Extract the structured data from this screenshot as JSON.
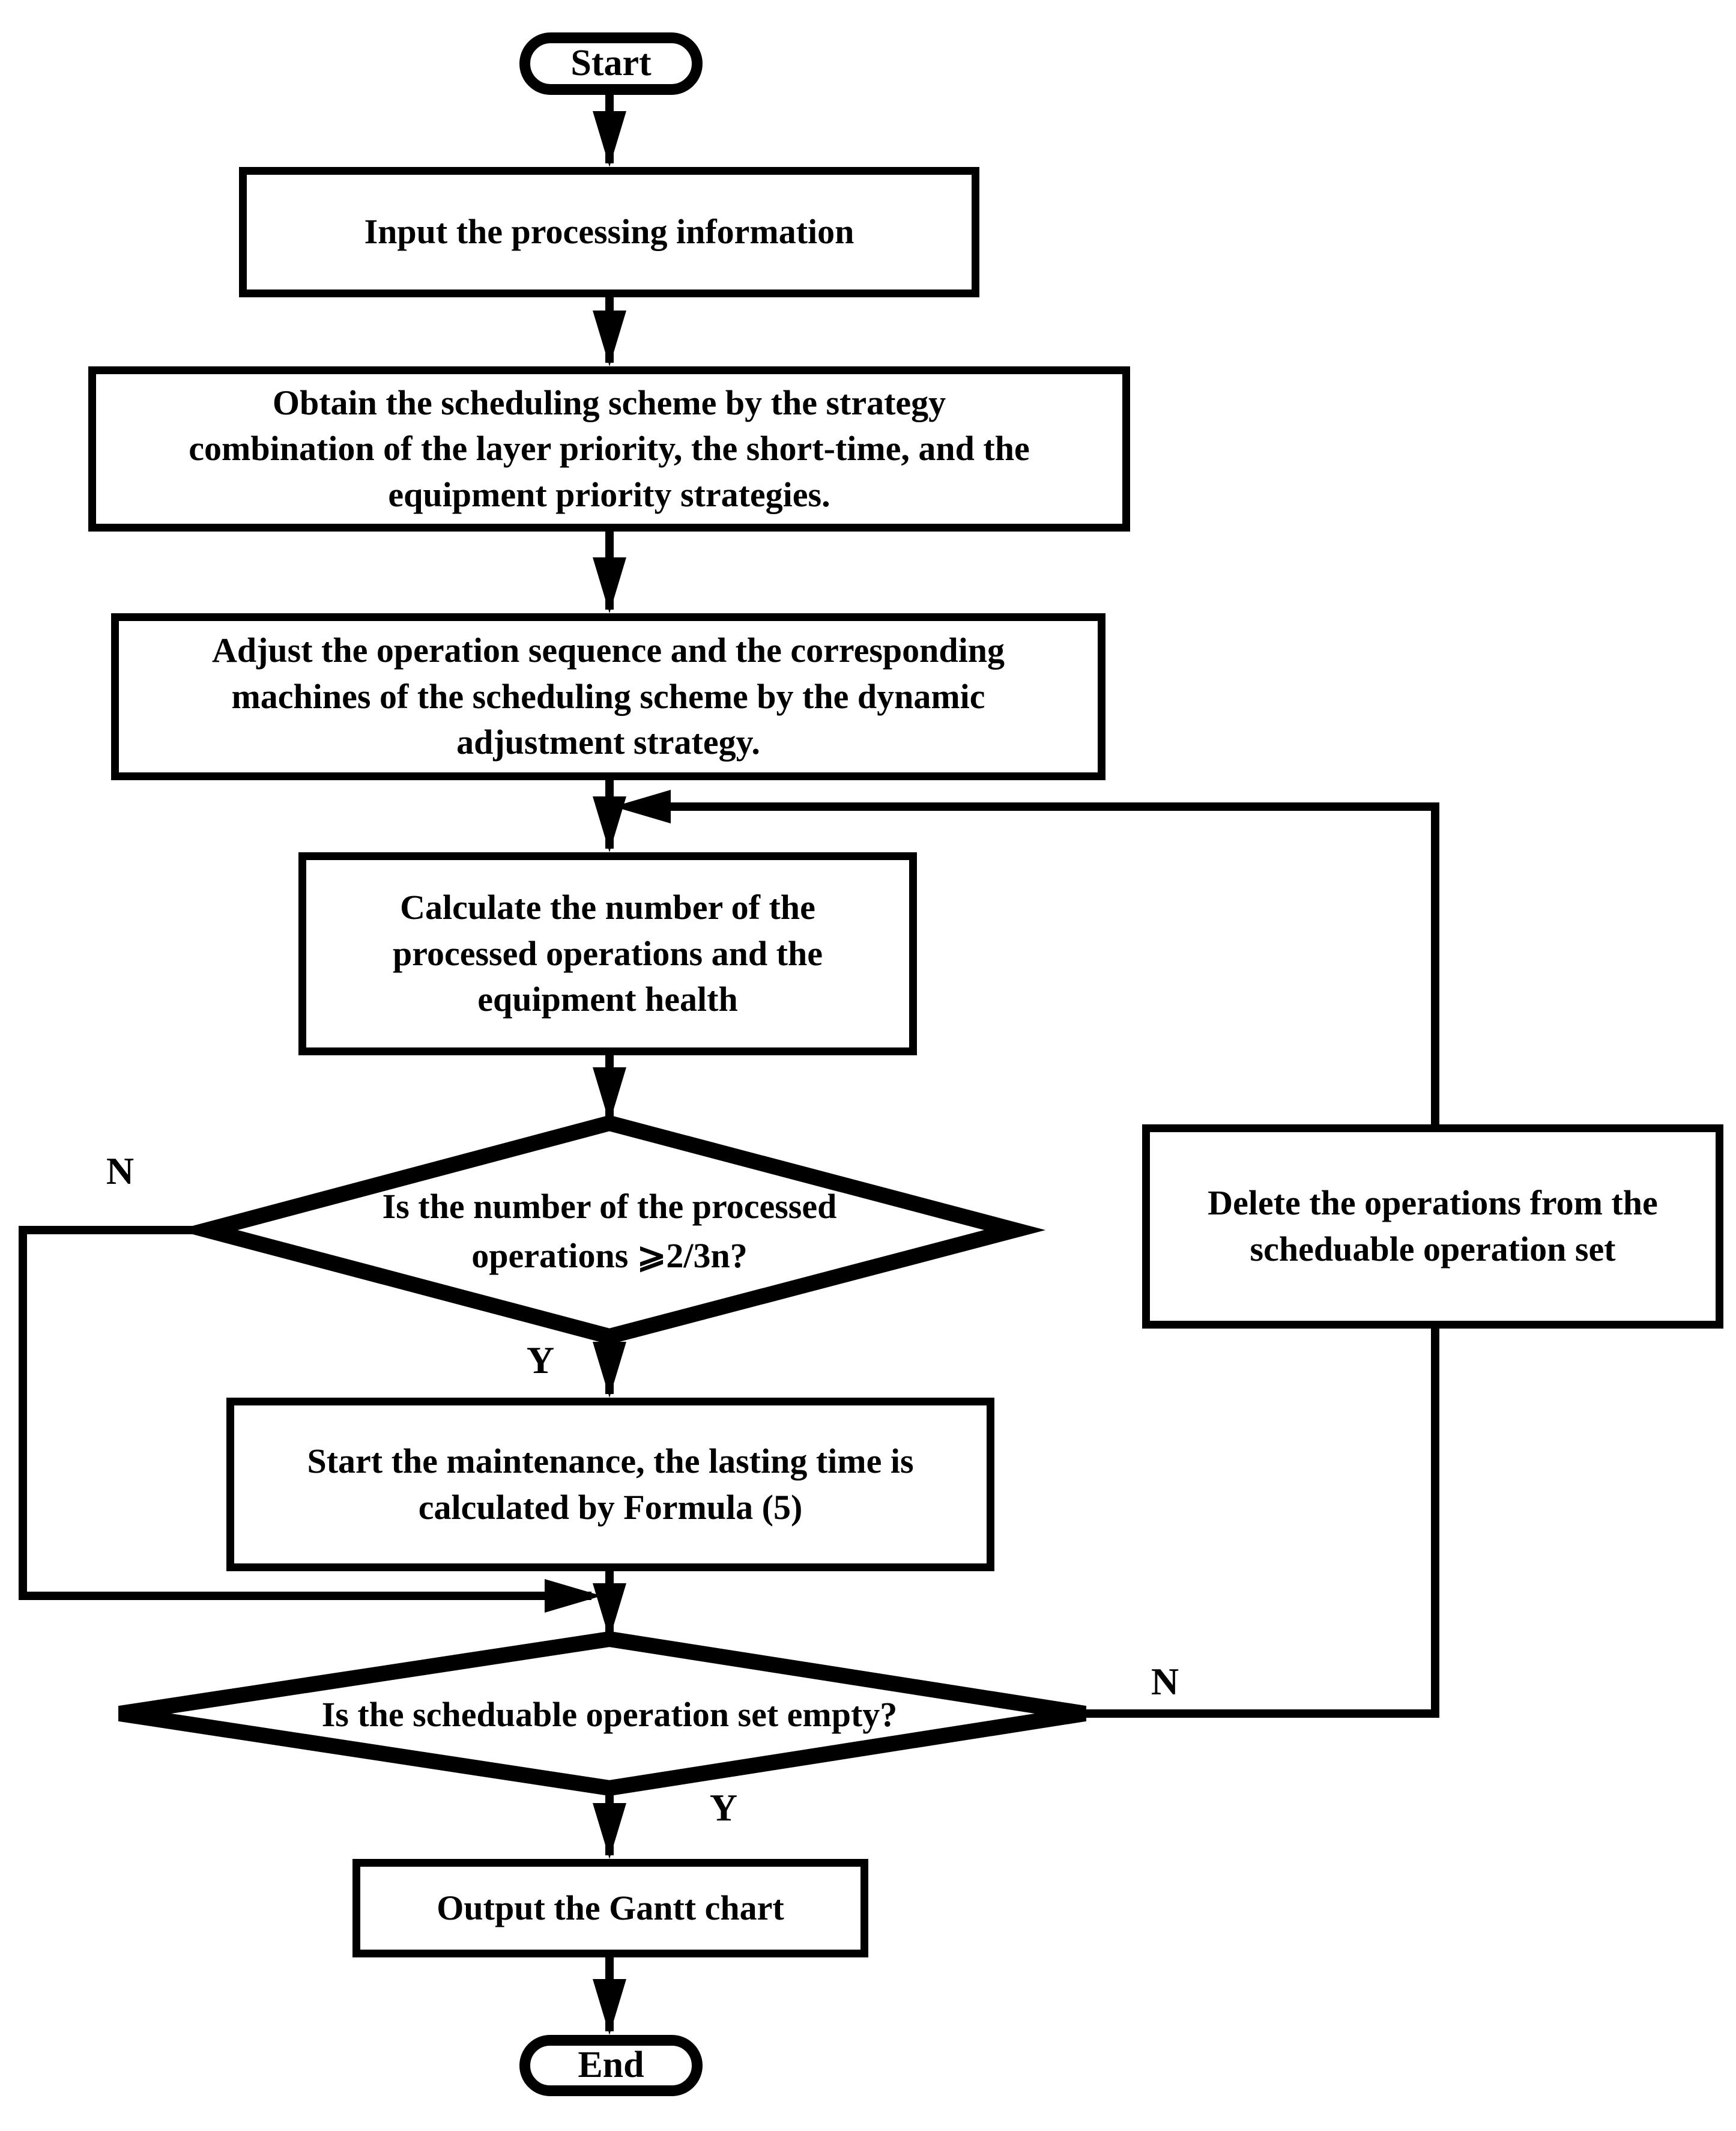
{
  "diagram": {
    "type": "flowchart",
    "colors": {
      "stroke": "#000000",
      "fill": "#ffffff",
      "text": "#000000"
    },
    "nodes": {
      "start": {
        "label": "Start"
      },
      "input": {
        "label": "Input the processing information"
      },
      "obtain": {
        "lines": [
          "Obtain the scheduling scheme by the strategy",
          "combination of the layer priority, the short-time, and the",
          "equipment priority strategies."
        ]
      },
      "adjust": {
        "lines": [
          "Adjust the operation sequence and the corresponding",
          "machines of the scheduling scheme by the dynamic",
          "adjustment strategy."
        ]
      },
      "calculate": {
        "lines": [
          "Calculate the number of the",
          "processed operations and the",
          "equipment health"
        ]
      },
      "decision1": {
        "lines": [
          "Is the number of the processed",
          "operations ⩾2/3n?"
        ]
      },
      "maintenance": {
        "lines": [
          "Start the maintenance, the lasting time is",
          "calculated by Formula (5)"
        ]
      },
      "decision2": {
        "label": "Is the scheduable operation set empty?"
      },
      "delete": {
        "lines": [
          "Delete the operations from the",
          "scheduable operation set"
        ]
      },
      "output": {
        "label": "Output the Gantt chart"
      },
      "end": {
        "label": "End"
      }
    },
    "edge_labels": {
      "decision1_no": "N",
      "decision1_yes": "Y",
      "decision2_no": "N",
      "decision2_yes": "Y"
    }
  }
}
